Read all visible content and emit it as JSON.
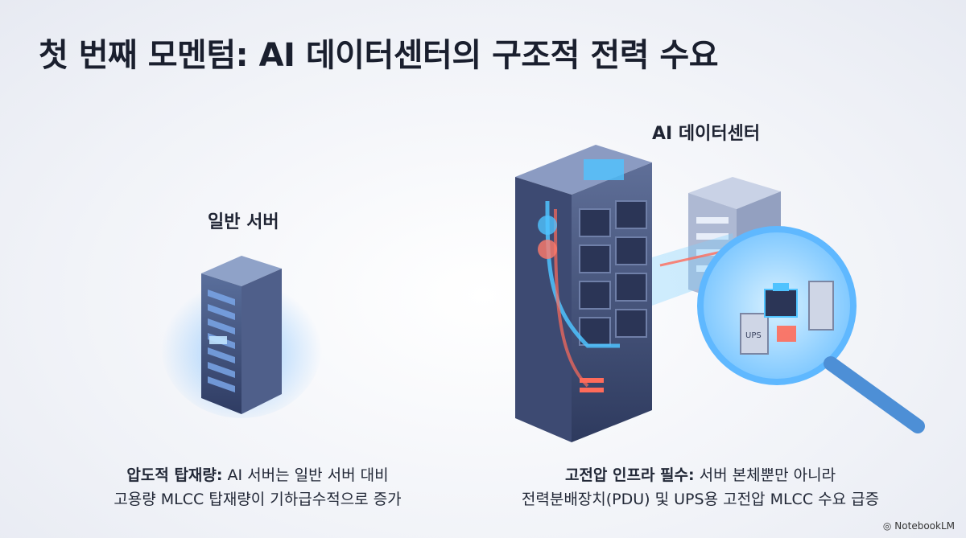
{
  "title": "첫 번째 모멘텀: AI 데이터센터의 구조적 전력 수요",
  "left_panel": {
    "label": "일반 서버",
    "caption_strong": "압도적 탑재량:",
    "caption_rest": " AI 서버는 일반 서버 대비",
    "caption_line2": "고용량 MLCC 탑재량이 기하급수적으로 증가"
  },
  "right_panel": {
    "label": "AI 데이터센터",
    "caption_strong": "고전압 인프라 필수:",
    "caption_rest": " 서버 본체뿐만 아니라",
    "caption_line2": "전력분배장치(PDU) 및 UPS용 고전압 MLCC 수요 급증",
    "ups_text": "UPS"
  },
  "brand": "NotebookLM",
  "colors": {
    "accent_blue": "#3aa8ff",
    "accent_red": "#ff5a4a",
    "server_navy": "#3c4b72"
  }
}
